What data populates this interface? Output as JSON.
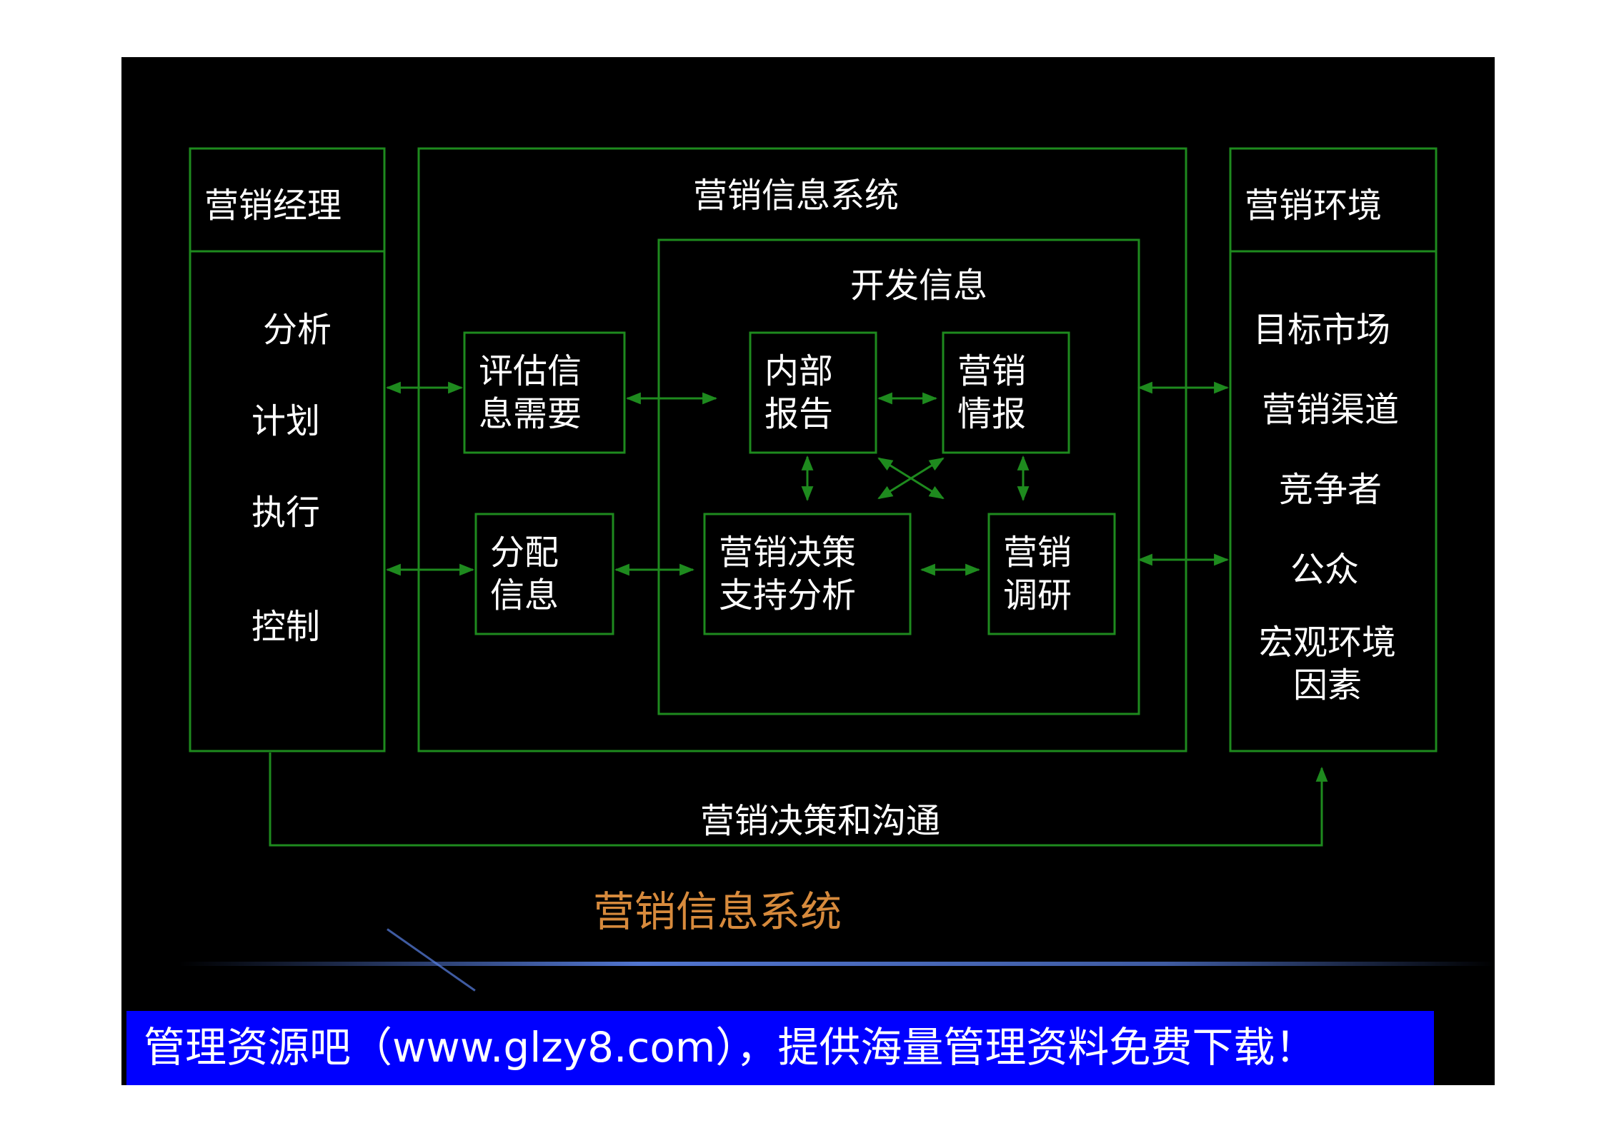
{
  "diagram": {
    "left_column": {
      "title": "营销经理",
      "items": [
        "分析",
        "计划",
        "执行",
        "控制"
      ]
    },
    "center": {
      "title": "营销信息系统",
      "assess_box": "评估信\n息需要",
      "distribute_box": "分配\n信息",
      "develop": {
        "title": "开发信息",
        "internal_reports": "内部\n报告",
        "intelligence": "营销\n情报",
        "decision_support": "营销决策\n支持分析",
        "research": "营销\n调研"
      }
    },
    "right_column": {
      "title": "营销环境",
      "items": [
        "目标市场",
        "营销渠道",
        "竞争者",
        "公众",
        "宏观环境\n因素"
      ]
    },
    "bottom_flow_label": "营销决策和沟通"
  },
  "caption": "营销信息系统",
  "banner": "管理资源吧（www.glzy8.com），提供海量管理资料免费下载！",
  "colors": {
    "line": "#1e8a1e",
    "background": "#000000",
    "text": "#ffffff",
    "caption": "#d78a3c",
    "banner": "#0000ff"
  }
}
